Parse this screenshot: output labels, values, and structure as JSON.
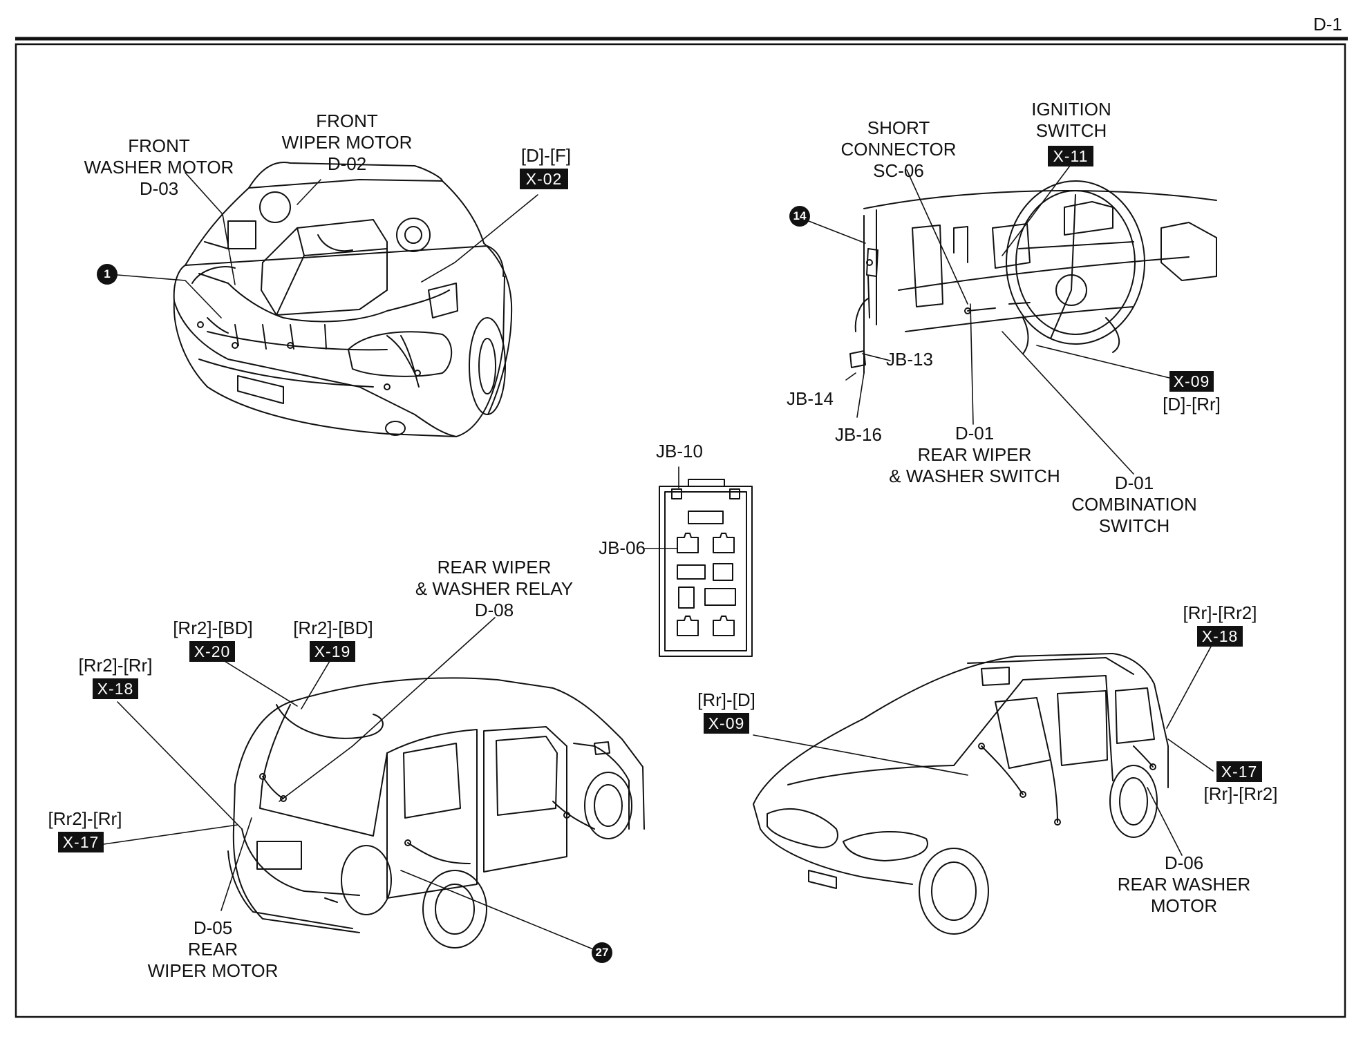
{
  "page_number": "D-1",
  "labels": {
    "front_washer_motor": [
      "FRONT",
      "WASHER MOTOR",
      "D-03"
    ],
    "front_wiper_motor": [
      "FRONT",
      "WIPER MOTOR",
      "D-02"
    ],
    "df_connector": "[D]-[F]",
    "x02": "X-02",
    "short_connector": [
      "SHORT",
      "CONNECTOR",
      "SC-06"
    ],
    "ignition_switch": [
      "IGNITION",
      "SWITCH"
    ],
    "x11": "X-11",
    "jb13": "JB-13",
    "jb14": "JB-14",
    "jb16": "JB-16",
    "x09_top": "X-09",
    "drr_connector": "[D]-[Rr]",
    "rear_wiper_washer_switch": [
      "D-01",
      "REAR WIPER",
      "& WASHER SWITCH"
    ],
    "combination_switch": [
      "D-01",
      "COMBINATION",
      "SWITCH"
    ],
    "jb10": "JB-10",
    "jb06": "JB-06",
    "rear_wiper_washer_relay": [
      "REAR WIPER",
      "& WASHER RELAY",
      "D-08"
    ],
    "rr2_bd_left": "[Rr2]-[BD]",
    "x20": "X-20",
    "rr2_bd_right": "[Rr2]-[BD]",
    "x19": "X-19",
    "rr2_rr_upper": "[Rr2]-[Rr]",
    "x18_left": "X-18",
    "rr2_rr_lower": "[Rr2]-[Rr]",
    "x17_left": "X-17",
    "rear_wiper_motor": [
      "D-05",
      "REAR",
      "WIPER MOTOR"
    ],
    "rr_d_connector": "[Rr]-[D]",
    "x09_bottom": "X-09",
    "rr_rr2_upper": "[Rr]-[Rr2]",
    "x18_right": "X-18",
    "x17_right": "X-17",
    "rr_rr2_lower": "[Rr]-[Rr2]",
    "rear_washer_motor": [
      "D-06",
      "REAR WASHER",
      "MOTOR"
    ]
  },
  "markers": {
    "m1": "1",
    "m14": "14",
    "m27": "27"
  },
  "colors": {
    "ink": "#111111",
    "paper": "#ffffff"
  }
}
